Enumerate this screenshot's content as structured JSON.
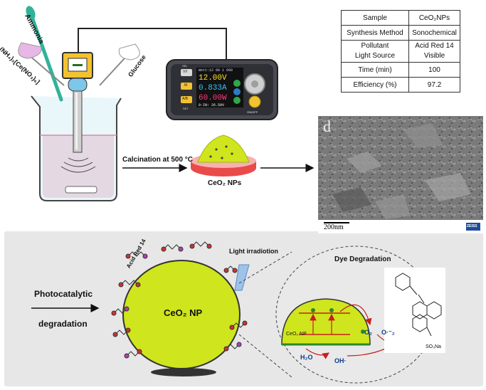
{
  "reagents": {
    "ammonia": "Ammonia",
    "cerium_salt": "(NH₄)₂[Ce(NO₃)₆]",
    "glucose": "Glucose"
  },
  "power_supply": {
    "header": "Wett:12 00 1 600",
    "voltage": "12.00V",
    "current": "0.833A",
    "power": "60.00W",
    "footer": "0-IN: 26.50V",
    "side_buttons": [
      "SEL",
      "V/I",
      "M",
      "A/B",
      "SET"
    ],
    "knob_button": "ON/OFF"
  },
  "table": {
    "rows": [
      {
        "key": "Sample",
        "value": "CeO₂NPs"
      },
      {
        "key": "Synthesis Method",
        "value": "Sonochemical"
      },
      {
        "key": "Pollutant",
        "value": "Acid Red 14",
        "key2": "Light Source",
        "value2": "Visible"
      },
      {
        "key": "Time (min)",
        "value": "100"
      },
      {
        "key": "Efficiency (%)",
        "value": "97.2"
      }
    ]
  },
  "process": {
    "calcination": "Calcination at 500 °C",
    "product": "CeO₂ NPs"
  },
  "sem": {
    "panel_letter": "d",
    "scale_bar": "200nm",
    "logo": "ZEISS"
  },
  "photocatalysis": {
    "label_line1": "Photocatalytic",
    "label_line2": "degradation",
    "nanoparticle": "CeO₂ NP",
    "dye": "Acid Red 14",
    "light": "Light irradiotion",
    "inset_title": "Dye Degradation",
    "inset_np": "CeO₂ NP",
    "water": "H₂O",
    "hydroxyl": "OH·",
    "oxygen": "O₂",
    "superoxide": "O·⁻₂",
    "sulfonate": "SO₃Na",
    "colors": {
      "nanoparticle": "#cfe51d",
      "dye_chain": "#ffffff",
      "oxygen_atom": "#d23030",
      "sulfur_atom": "#b040b0",
      "panel": "#e7e7e7"
    }
  }
}
